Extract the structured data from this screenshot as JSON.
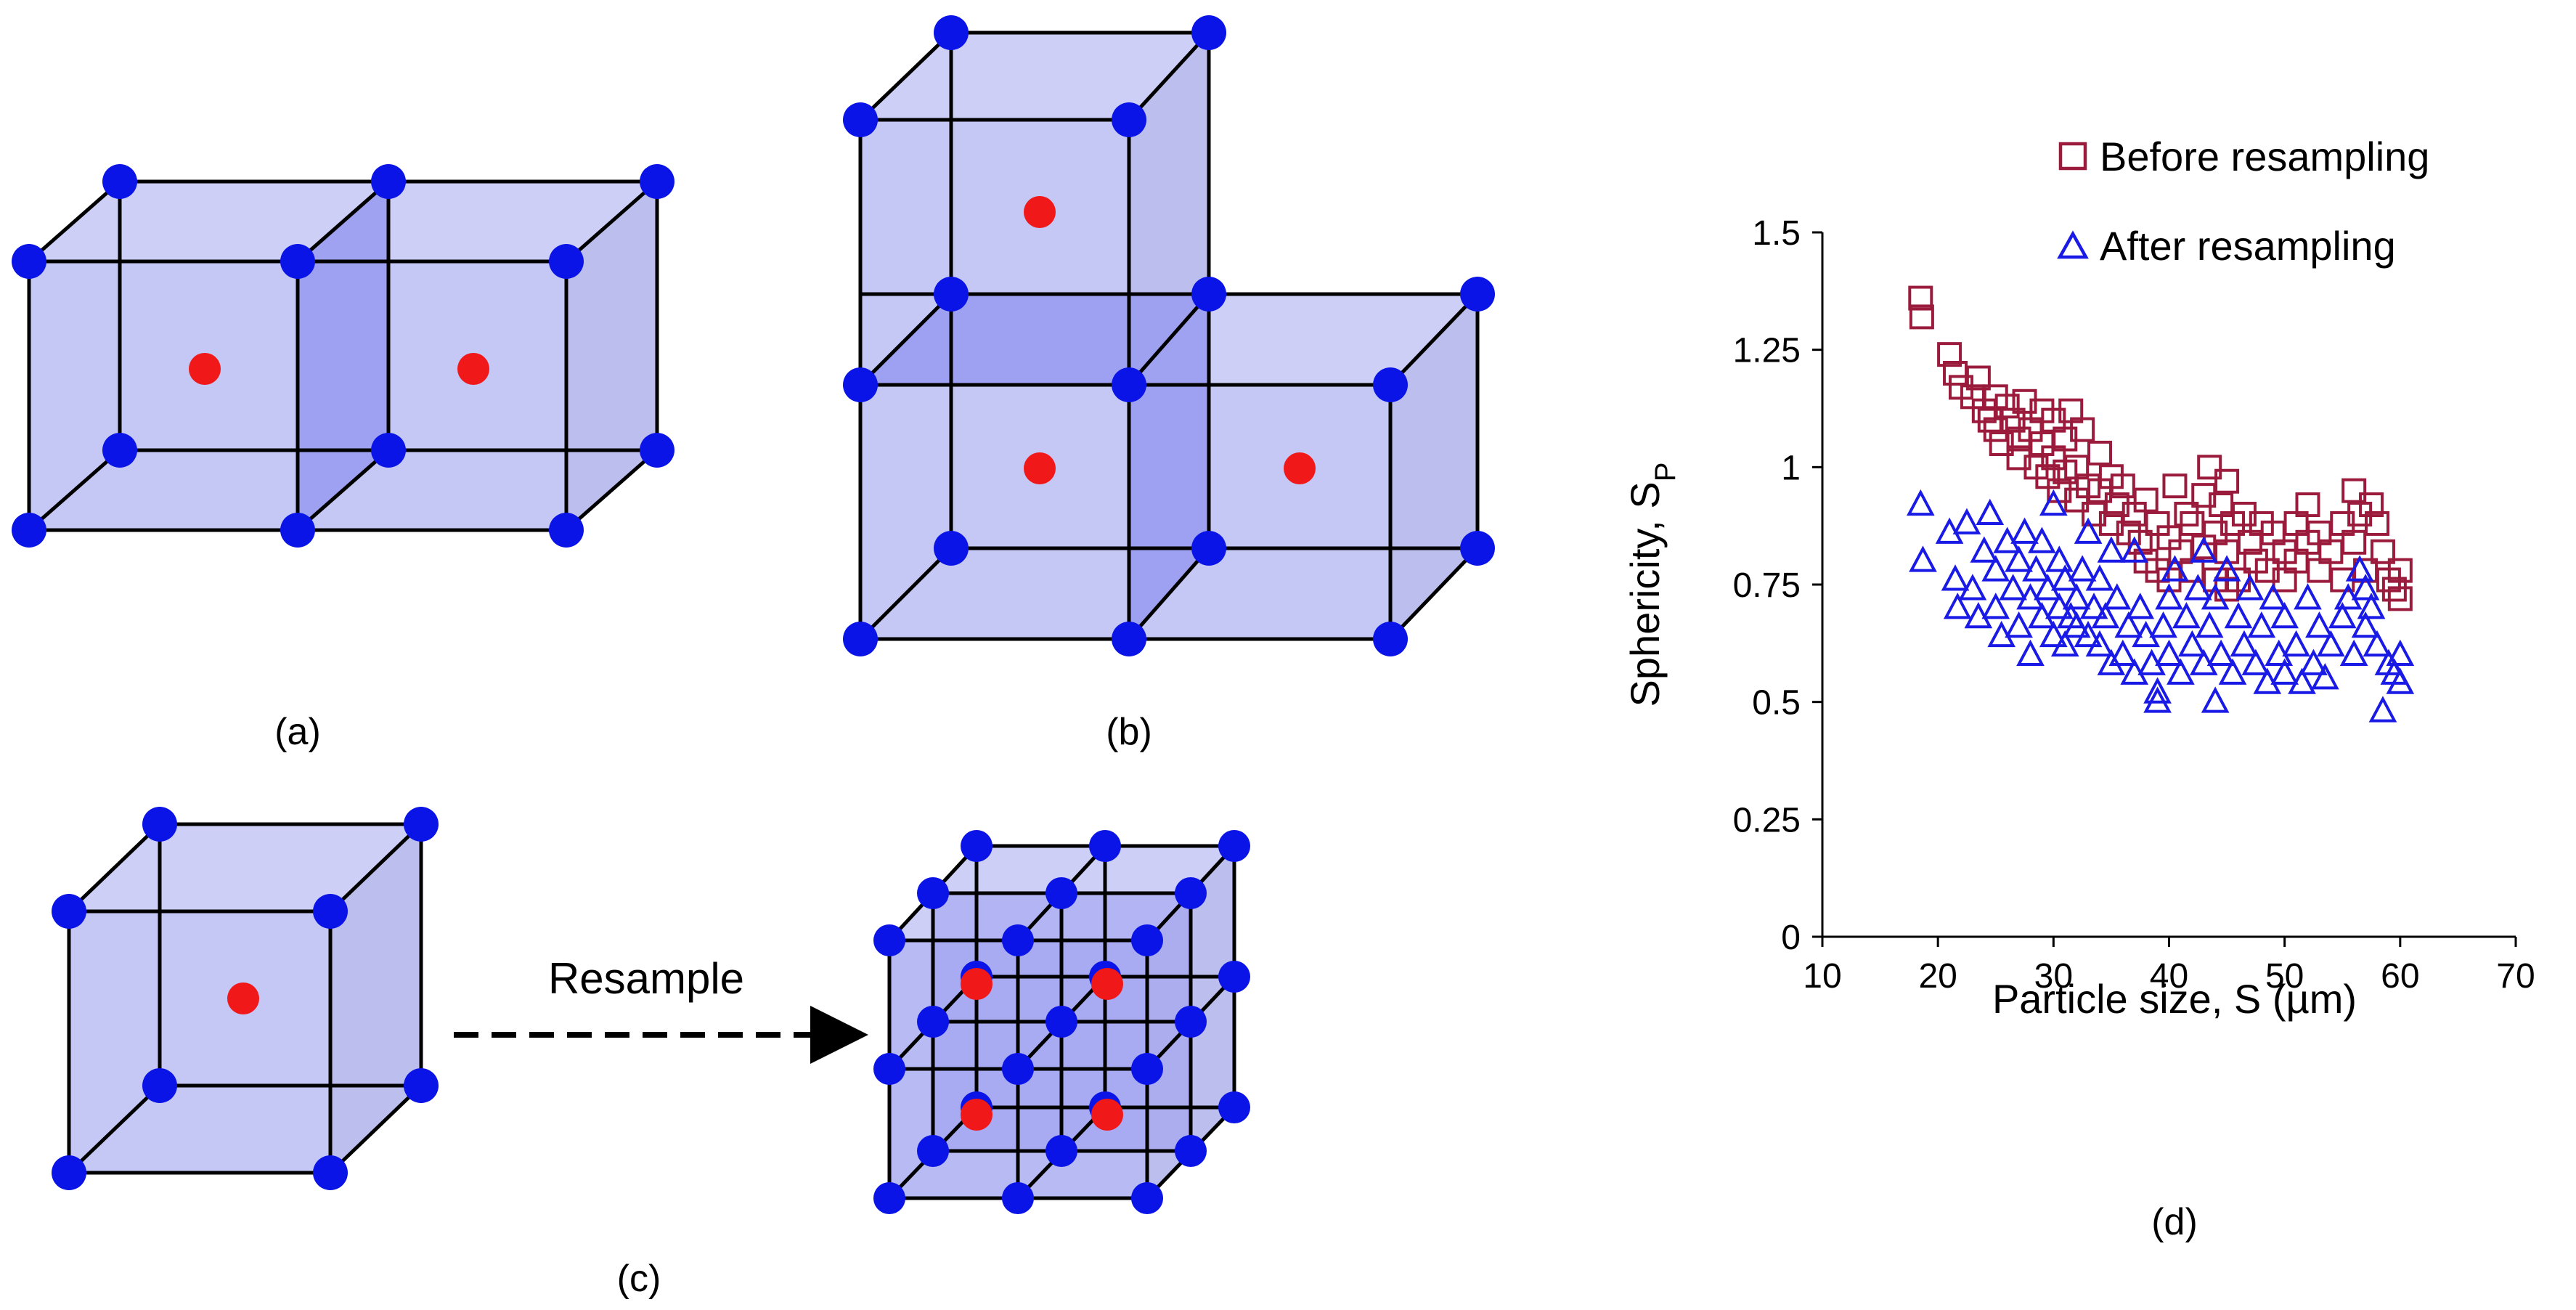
{
  "panels": {
    "a": {
      "label": "(a)"
    },
    "b": {
      "label": "(b)"
    },
    "c": {
      "label": "(c)",
      "arrow_label": "Resample"
    },
    "d": {
      "label": "(d)"
    }
  },
  "colors": {
    "cube_face": "#c2c4f4",
    "cube_face_side": "#b8bbec",
    "shared_face": "#9c9ef0",
    "edge": "#000000",
    "node": "#0a14e6",
    "center": "#f01818",
    "before_series": "#9b1b3c",
    "after_series": "#1a1ae6"
  },
  "chart_data": {
    "type": "scatter",
    "xlabel": "Particle size, S (µm)",
    "ylabel_main": "Sphericity, S",
    "ylabel_sub": "P",
    "xlim": [
      10,
      70
    ],
    "ylim": [
      0,
      1.5
    ],
    "xticks": [
      "10",
      "20",
      "30",
      "40",
      "50",
      "60",
      "70"
    ],
    "yticks": [
      "0",
      "0.25",
      "0.5",
      "0.75",
      "1",
      "1.25",
      "1.5"
    ],
    "legend_position": "top-right",
    "grid": false,
    "series": [
      {
        "name": "Before resampling",
        "marker": "square",
        "points": [
          [
            18.5,
            1.36
          ],
          [
            18.6,
            1.32
          ],
          [
            21,
            1.24
          ],
          [
            21.5,
            1.2
          ],
          [
            22,
            1.17
          ],
          [
            23,
            1.15
          ],
          [
            23.5,
            1.19
          ],
          [
            24,
            1.12
          ],
          [
            24.5,
            1.1
          ],
          [
            25,
            1.15
          ],
          [
            25,
            1.08
          ],
          [
            25.5,
            1.05
          ],
          [
            26,
            1.13
          ],
          [
            26.5,
            1.1
          ],
          [
            27,
            1.06
          ],
          [
            27,
            1.02
          ],
          [
            27.5,
            1.14
          ],
          [
            28,
            1.08
          ],
          [
            28.5,
            1.0
          ],
          [
            29,
            1.12
          ],
          [
            29,
            1.05
          ],
          [
            29.5,
            0.98
          ],
          [
            30,
            1.1
          ],
          [
            30,
            1.02
          ],
          [
            30.5,
            0.95
          ],
          [
            31,
            1.06
          ],
          [
            31,
            0.99
          ],
          [
            31.5,
            1.12
          ],
          [
            32,
            1.0
          ],
          [
            32,
            0.93
          ],
          [
            32.5,
            1.08
          ],
          [
            33,
            0.96
          ],
          [
            33.5,
            0.9
          ],
          [
            34,
            1.03
          ],
          [
            34,
            0.95
          ],
          [
            35,
            0.98
          ],
          [
            35,
            0.88
          ],
          [
            35.5,
            0.92
          ],
          [
            36,
            0.96
          ],
          [
            36.5,
            0.86
          ],
          [
            37,
            0.9
          ],
          [
            37.5,
            0.84
          ],
          [
            38,
            0.93
          ],
          [
            38,
            0.8
          ],
          [
            39,
            0.88
          ],
          [
            39,
            0.78
          ],
          [
            40,
            0.85
          ],
          [
            40,
            0.76
          ],
          [
            40.5,
            0.96
          ],
          [
            41,
            0.82
          ],
          [
            41.5,
            0.9
          ],
          [
            42,
            0.78
          ],
          [
            42,
            0.88
          ],
          [
            43,
            0.83
          ],
          [
            43,
            0.94
          ],
          [
            43.5,
            1.0
          ],
          [
            44,
            0.86
          ],
          [
            44,
            0.76
          ],
          [
            44.5,
            0.92
          ],
          [
            45,
            0.97
          ],
          [
            45,
            0.82
          ],
          [
            45.5,
            0.88
          ],
          [
            46,
            0.76
          ],
          [
            46.5,
            0.9
          ],
          [
            47,
            0.84
          ],
          [
            47.5,
            0.8
          ],
          [
            48,
            0.88
          ],
          [
            48.5,
            0.78
          ],
          [
            49,
            0.86
          ],
          [
            50,
            0.82
          ],
          [
            50,
            0.76
          ],
          [
            51,
            0.88
          ],
          [
            51,
            0.8
          ],
          [
            52,
            0.84
          ],
          [
            52,
            0.92
          ],
          [
            53,
            0.78
          ],
          [
            53,
            0.86
          ],
          [
            54,
            0.82
          ],
          [
            55,
            0.88
          ],
          [
            55,
            0.76
          ],
          [
            56,
            0.95
          ],
          [
            56,
            0.84
          ],
          [
            56.5,
            0.9
          ],
          [
            57,
            0.78
          ],
          [
            57.5,
            0.92
          ],
          [
            58,
            0.88
          ],
          [
            58.5,
            0.82
          ],
          [
            59,
            0.76
          ],
          [
            59.5,
            0.74
          ],
          [
            60,
            0.72
          ],
          [
            60,
            0.78
          ],
          [
            45,
            0.74
          ]
        ]
      },
      {
        "name": "After resampling",
        "marker": "triangle",
        "points": [
          [
            18.5,
            0.92
          ],
          [
            18.7,
            0.8
          ],
          [
            21,
            0.86
          ],
          [
            21.5,
            0.76
          ],
          [
            21.7,
            0.7
          ],
          [
            22.5,
            0.88
          ],
          [
            23,
            0.74
          ],
          [
            23.5,
            0.68
          ],
          [
            24,
            0.82
          ],
          [
            24.5,
            0.9
          ],
          [
            25,
            0.78
          ],
          [
            25,
            0.7
          ],
          [
            25.5,
            0.64
          ],
          [
            26,
            0.84
          ],
          [
            26.5,
            0.74
          ],
          [
            27,
            0.66
          ],
          [
            27,
            0.8
          ],
          [
            27.5,
            0.86
          ],
          [
            28,
            0.72
          ],
          [
            28,
            0.6
          ],
          [
            28.5,
            0.78
          ],
          [
            29,
            0.68
          ],
          [
            29,
            0.84
          ],
          [
            29.5,
            0.74
          ],
          [
            30,
            0.92
          ],
          [
            30,
            0.64
          ],
          [
            30.5,
            0.8
          ],
          [
            30.5,
            0.7
          ],
          [
            31,
            0.76
          ],
          [
            31,
            0.62
          ],
          [
            31.5,
            0.68
          ],
          [
            32,
            0.72
          ],
          [
            32,
            0.66
          ],
          [
            32.5,
            0.78
          ],
          [
            33,
            0.64
          ],
          [
            33,
            0.86
          ],
          [
            33.5,
            0.7
          ],
          [
            34,
            0.76
          ],
          [
            34,
            0.62
          ],
          [
            34.5,
            0.68
          ],
          [
            35,
            0.58
          ],
          [
            35,
            0.82
          ],
          [
            35.5,
            0.72
          ],
          [
            36,
            0.6
          ],
          [
            36.5,
            0.66
          ],
          [
            37,
            0.82
          ],
          [
            37,
            0.56
          ],
          [
            37.5,
            0.7
          ],
          [
            38,
            0.64
          ],
          [
            38.5,
            0.58
          ],
          [
            39,
            0.52
          ],
          [
            39,
            0.5
          ],
          [
            39.5,
            0.66
          ],
          [
            40,
            0.72
          ],
          [
            40,
            0.6
          ],
          [
            40.5,
            0.78
          ],
          [
            41,
            0.56
          ],
          [
            41.5,
            0.68
          ],
          [
            42,
            0.62
          ],
          [
            42.5,
            0.74
          ],
          [
            43,
            0.58
          ],
          [
            43,
            0.82
          ],
          [
            43.5,
            0.66
          ],
          [
            44,
            0.5
          ],
          [
            44,
            0.72
          ],
          [
            44.5,
            0.6
          ],
          [
            45,
            0.78
          ],
          [
            45.5,
            0.56
          ],
          [
            46,
            0.68
          ],
          [
            46.5,
            0.62
          ],
          [
            47,
            0.74
          ],
          [
            47.5,
            0.58
          ],
          [
            48,
            0.66
          ],
          [
            48.5,
            0.54
          ],
          [
            49,
            0.72
          ],
          [
            49.5,
            0.6
          ],
          [
            50,
            0.56
          ],
          [
            50,
            0.68
          ],
          [
            51,
            0.62
          ],
          [
            51.5,
            0.54
          ],
          [
            52,
            0.72
          ],
          [
            52.5,
            0.58
          ],
          [
            53,
            0.66
          ],
          [
            53.5,
            0.55
          ],
          [
            54,
            0.62
          ],
          [
            55,
            0.68
          ],
          [
            55.5,
            0.72
          ],
          [
            56,
            0.6
          ],
          [
            56.5,
            0.78
          ],
          [
            57,
            0.74
          ],
          [
            57,
            0.66
          ],
          [
            57.5,
            0.7
          ],
          [
            58,
            0.62
          ],
          [
            58.5,
            0.48
          ],
          [
            59,
            0.58
          ],
          [
            59.5,
            0.56
          ],
          [
            60,
            0.6
          ],
          [
            60,
            0.54
          ]
        ]
      }
    ]
  }
}
